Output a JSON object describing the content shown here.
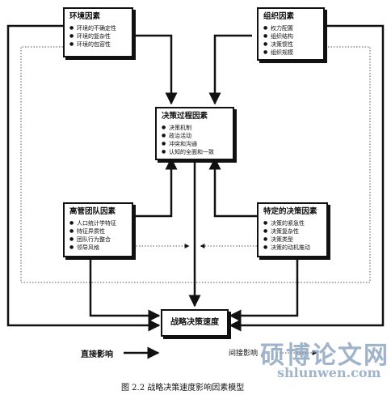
{
  "boxes": {
    "environment": {
      "title": "环境因素",
      "items": [
        "环境的不确定性",
        "环境的复杂性",
        "环境的包容性"
      ]
    },
    "organization": {
      "title": "组织因素",
      "items": [
        "权力配置",
        "组织结构",
        "决策惯性",
        "组织规模"
      ]
    },
    "decision_process": {
      "title": "决策过程因素",
      "items": [
        "决策机制",
        "政治活动",
        "冲突和沟通",
        "认知的全面和一致"
      ]
    },
    "top_team": {
      "title": "高管团队因素",
      "items": [
        "人口统计学特征",
        "特征异质性",
        "团队行为整合",
        "领导风格"
      ]
    },
    "specific_decision": {
      "title": "特定的决策因素",
      "items": [
        "决策的紧急性",
        "决策复杂性",
        "决策类型",
        "决策的动机推动"
      ]
    },
    "speed": {
      "title": "战略决策速度"
    }
  },
  "legend": {
    "direct": "直接影响",
    "indirect": "间接影响"
  },
  "caption": "图 2.2  战略决策速度影响因素模型",
  "watermark": {
    "main": "硕博论文网",
    "sub": "shlunwen.com"
  }
}
